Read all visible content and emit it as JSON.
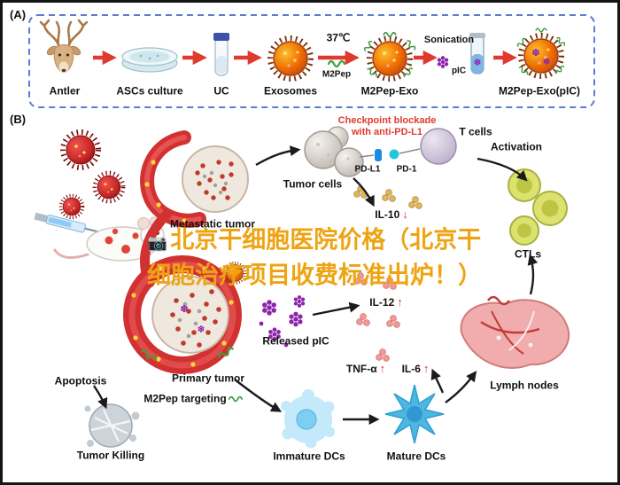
{
  "panel_a": {
    "tag": "(A)",
    "items": [
      {
        "label": "Antler",
        "icon": "antler-deer-icon"
      },
      {
        "label": "ASCs culture",
        "icon": "petri-dish-icon"
      },
      {
        "label": "UC",
        "icon": "centrifuge-tube-icon"
      },
      {
        "label": "Exosomes",
        "icon": "exosome-icon"
      },
      {
        "label": "M2Pep-Exo",
        "icon": "m2pep-exosome-icon"
      },
      {
        "label": "M2Pep-Exo(pIC)",
        "icon": "m2pep-pic-exosome-icon"
      }
    ],
    "annotations": {
      "temperature": "37℃",
      "m2pep": "M2Pep",
      "sonication": "Sonication",
      "pic": "pIC"
    }
  },
  "panel_b": {
    "tag": "(B)",
    "checkpoint": {
      "line1": "Checkpoint blockade",
      "line2": "with anti-PD-L1"
    },
    "labels": {
      "metastatic_tumor": "Metastatic tumor",
      "tumor_cells": "Tumor cells",
      "pd_l1": "PD-L1",
      "pd_1": "PD-1",
      "t_cells": "T cells",
      "activation": "Activation",
      "ctls": "CTLs",
      "released_pic": "Released pIC",
      "primary_tumor": "Primary tumor",
      "m2pep_targeting": "M2Pep targeting",
      "apoptosis": "Apoptosis",
      "tumor_killing": "Tumor Killing",
      "immature_dcs": "Immature DCs",
      "mature_dcs": "Mature DCs",
      "lymph_nodes": "Lymph nodes"
    },
    "cytokines": [
      {
        "label": "IL-10",
        "arrow": "↓"
      },
      {
        "label": "IL-12",
        "arrow": "↑"
      },
      {
        "label": "TNF-α",
        "arrow": "↑"
      },
      {
        "label": "IL-6",
        "arrow": "↑"
      }
    ],
    "icons": [
      "virus-particle-icon",
      "syringe-icon",
      "mouse-icon",
      "metastatic-tumor-icon",
      "tumor-cells-icon",
      "pd-l1-icon",
      "pd-1-icon",
      "t-cell-icon",
      "ctl-cells-icon",
      "cytokine-dots-icon",
      "released-pic-icon",
      "primary-tumor-icon",
      "apoptotic-cell-icon",
      "immature-dc-icon",
      "mature-dc-icon",
      "lymph-nodes-icon"
    ]
  },
  "watermark": {
    "icon": "📷",
    "line1": "北京干细胞医院价格（北京干",
    "line2": "细胞治疗项目收费标准出炉！）"
  },
  "colors": {
    "red_accent": "#e03a2f",
    "panel_border": "#5b7bd5",
    "watermark": "#eea412",
    "green_peptide": "#3f9e43",
    "purple_pic": "#8e24aa",
    "text": "#111111"
  }
}
